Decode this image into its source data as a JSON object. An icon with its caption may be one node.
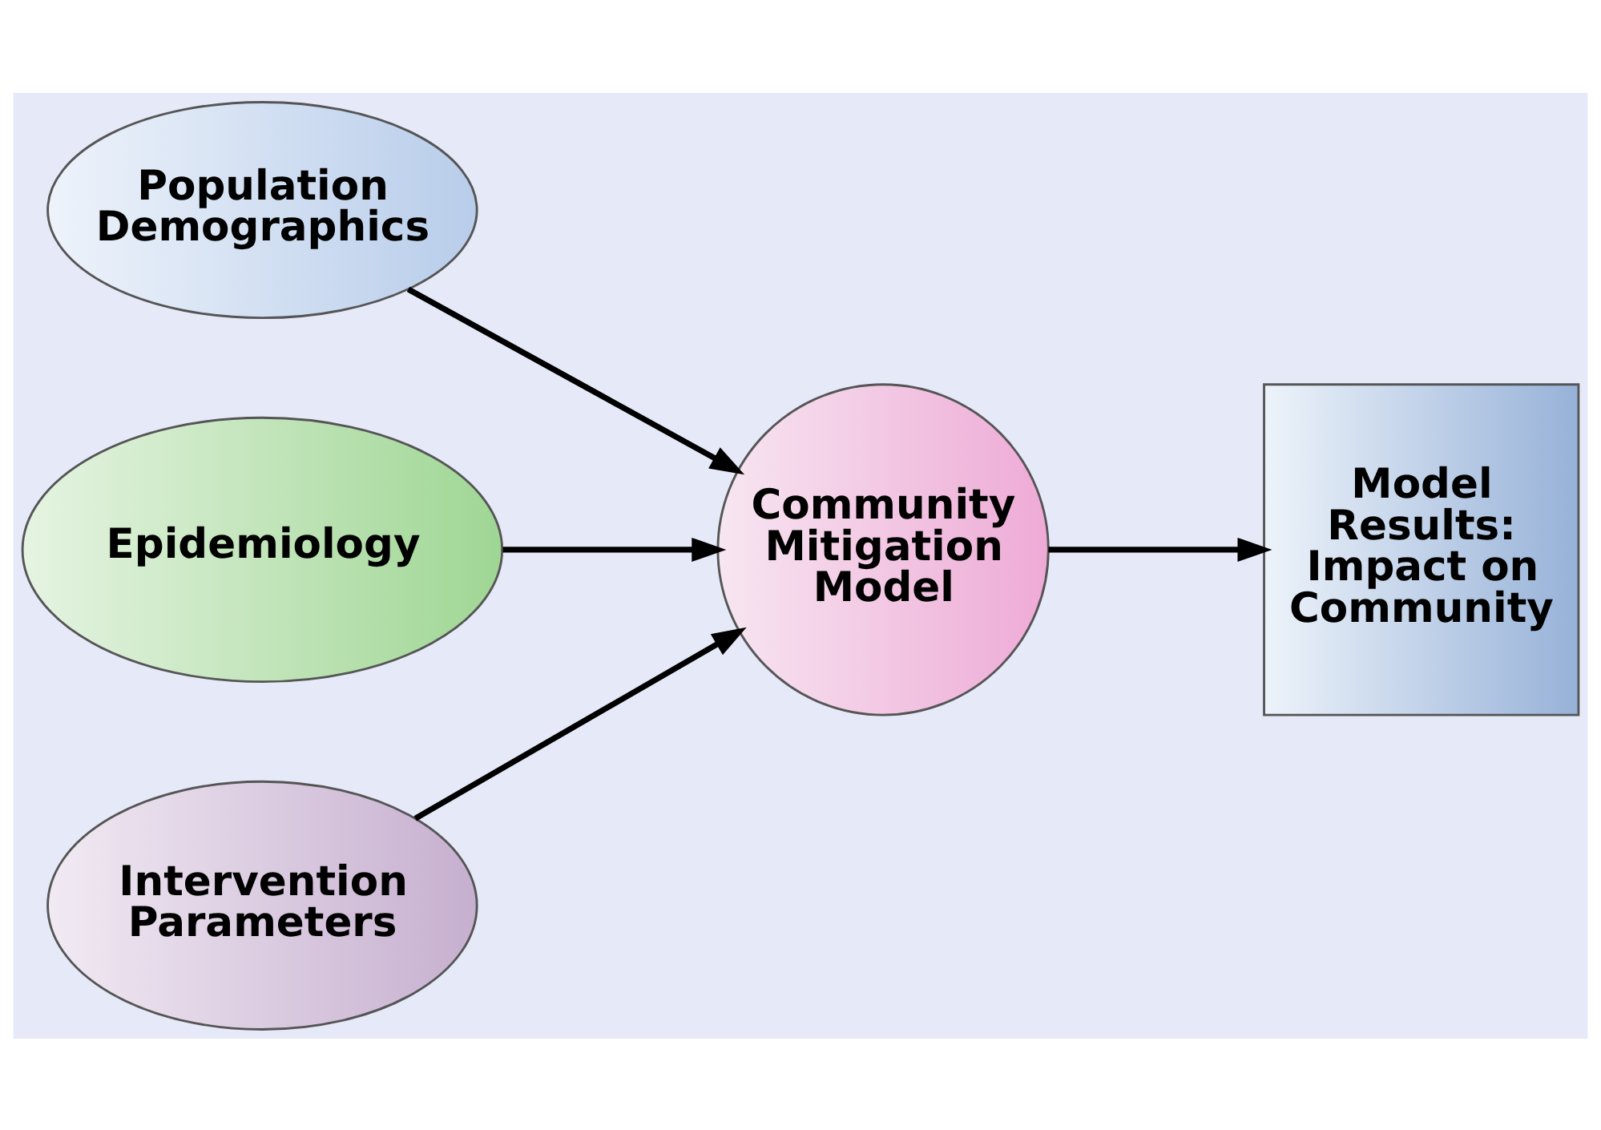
{
  "diagram": {
    "nodes": [
      {
        "text": [
          "Population Demographics"
        ]
      },
      {
        "text": [
          "Epidemiology"
        ]
      },
      {
        "text": [
          "Community Mitigation Model"
        ]
      },
      {
        "text": [
          "Intervention Parameters"
        ]
      },
      {
        "text": [
          "Model Results: Impact on Community"
        ]
      }
    ],
    "edges": [
      {
        "from": 0,
        "to": 2,
        "arrow": "to"
      },
      {
        "from": 1,
        "to": 2,
        "arrow": "to"
      },
      {
        "from": 3,
        "to": 2,
        "arrow": "to"
      },
      {
        "from": 2,
        "to": 4,
        "arrow": "to"
      }
    ]
  }
}
